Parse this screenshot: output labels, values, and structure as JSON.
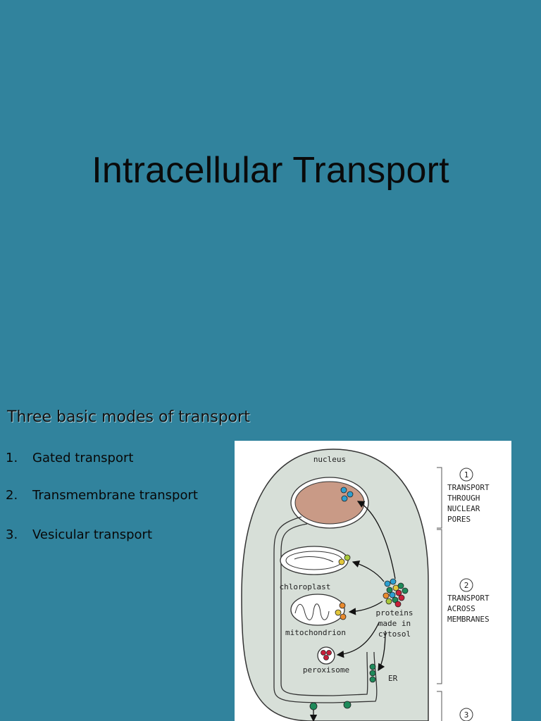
{
  "slide": {
    "title": "Intracellular Transport",
    "subtitle": "Three basic modes of transport",
    "modes": [
      {
        "number": "1.",
        "label": "Gated transport"
      },
      {
        "number": "2.",
        "label": "Transmembrane transport"
      },
      {
        "number": "3.",
        "label": "Vesicular transport"
      }
    ]
  },
  "figure": {
    "labels": {
      "nucleus": "nucleus",
      "chloroplast": "chloroplast",
      "mitochondrion": "mitochondrion",
      "proteins_line1": "proteins",
      "proteins_line2": "made in",
      "proteins_line3": "cytosol",
      "peroxisome": "peroxisome",
      "er": "ER"
    },
    "steps": [
      {
        "number": "1",
        "lines": [
          "TRANSPORT",
          "THROUGH",
          "NUCLEAR",
          "PORES"
        ]
      },
      {
        "number": "2",
        "lines": [
          "TRANSPORT",
          "ACROSS",
          "MEMBRANES"
        ]
      },
      {
        "number": "3",
        "lines": []
      }
    ]
  },
  "colors": {
    "background": "#31839d",
    "cytosol": "#d7dfd8",
    "nucleus": "#c99a86",
    "blue": "#2d9fd0",
    "green": "#1e8a5a",
    "yellow": "#e2c63a",
    "orange": "#e88a2e",
    "red": "#c8203a",
    "yellow_green": "#a8c83a"
  }
}
